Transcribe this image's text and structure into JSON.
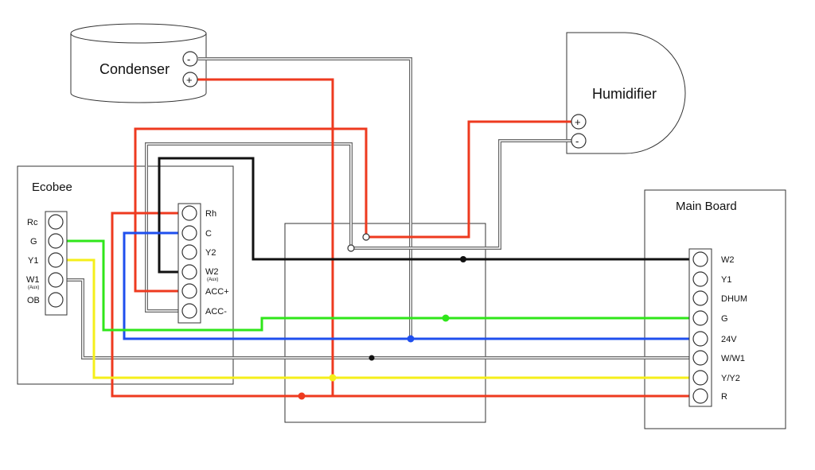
{
  "condenser": {
    "title": "Condenser",
    "terminals": {
      "neg": "-",
      "pos": "+"
    }
  },
  "humidifier": {
    "title": "Humidifier",
    "terminals": {
      "pos": "+",
      "neg": "-"
    }
  },
  "ecobee": {
    "title": "Ecobee",
    "left_terminals": [
      "Rc",
      "G",
      "Y1",
      "W1",
      "OB"
    ],
    "left_sublabel": "(Aux)",
    "right_terminals": [
      "Rh",
      "C",
      "Y2",
      "W2",
      "ACC+",
      "ACC-"
    ],
    "right_sublabel": "(Aux)"
  },
  "main_board": {
    "title": "Main Board",
    "terminals": [
      "W2",
      "Y1",
      "DHUM",
      "G",
      "24V",
      "W/W1",
      "Y/Y2",
      "R"
    ]
  },
  "colors": {
    "red": "#ee3a1f",
    "black": "#111111",
    "green": "#2fe61a",
    "blue": "#1f4fee",
    "yellow": "#f5ef1a",
    "gray": "#666666"
  }
}
